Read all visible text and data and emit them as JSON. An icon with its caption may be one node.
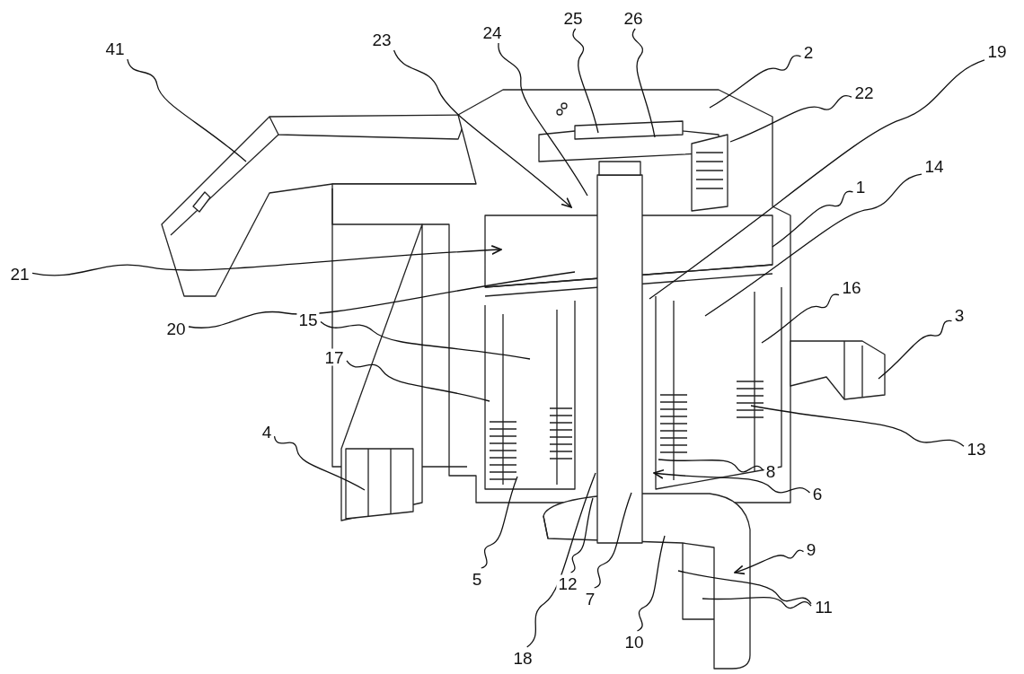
{
  "diagram": {
    "nodes": [
      {
        "text": [
          "25"
        ]
      },
      {
        "text": [
          "26"
        ]
      },
      {
        "text": [
          "24"
        ]
      },
      {
        "text": [
          "23"
        ]
      },
      {
        "text": [
          "41"
        ]
      },
      {
        "text": [
          "2"
        ]
      },
      {
        "text": [
          "19"
        ]
      },
      {
        "text": [
          "22"
        ]
      },
      {
        "text": [
          "14"
        ]
      },
      {
        "text": [
          "1"
        ]
      },
      {
        "text": [
          "21"
        ]
      },
      {
        "text": [
          "20"
        ]
      },
      {
        "text": [
          "16"
        ]
      },
      {
        "text": [
          "15"
        ]
      },
      {
        "text": [
          "3"
        ]
      },
      {
        "text": [
          "17"
        ]
      },
      {
        "text": [
          "4"
        ]
      },
      {
        "text": [
          "13"
        ]
      },
      {
        "text": [
          "8"
        ]
      },
      {
        "text": [
          "6"
        ]
      },
      {
        "text": [
          "5"
        ]
      },
      {
        "text": [
          "12"
        ]
      },
      {
        "text": [
          "7"
        ]
      },
      {
        "text": [
          "9"
        ]
      },
      {
        "text": [
          "11"
        ]
      },
      {
        "text": [
          "10"
        ]
      },
      {
        "text": [
          "18"
        ]
      }
    ],
    "edges": [
      {
        "from": 0,
        "to": null,
        "arrow": "none"
      },
      {
        "from": 1,
        "to": null,
        "arrow": "none"
      },
      {
        "from": 2,
        "to": null,
        "arrow": "none"
      },
      {
        "from": 3,
        "to": null,
        "arrow": "to"
      },
      {
        "from": 4,
        "to": null,
        "arrow": "none"
      },
      {
        "from": 5,
        "to": null,
        "arrow": "none"
      },
      {
        "from": 6,
        "to": null,
        "arrow": "none"
      },
      {
        "from": 7,
        "to": null,
        "arrow": "none"
      },
      {
        "from": 8,
        "to": null,
        "arrow": "none"
      },
      {
        "from": 9,
        "to": null,
        "arrow": "none"
      },
      {
        "from": 10,
        "to": null,
        "arrow": "to"
      },
      {
        "from": 11,
        "to": null,
        "arrow": "none"
      },
      {
        "from": 12,
        "to": null,
        "arrow": "none"
      },
      {
        "from": 13,
        "to": null,
        "arrow": "none"
      },
      {
        "from": 14,
        "to": null,
        "arrow": "none"
      },
      {
        "from": 15,
        "to": null,
        "arrow": "none"
      },
      {
        "from": 16,
        "to": null,
        "arrow": "none"
      },
      {
        "from": 17,
        "to": null,
        "arrow": "none"
      },
      {
        "from": 18,
        "to": null,
        "arrow": "none"
      },
      {
        "from": 19,
        "to": null,
        "arrow": "to"
      },
      {
        "from": 20,
        "to": null,
        "arrow": "none"
      },
      {
        "from": 21,
        "to": null,
        "arrow": "none"
      },
      {
        "from": 22,
        "to": null,
        "arrow": "none"
      },
      {
        "from": 23,
        "to": null,
        "arrow": "to"
      },
      {
        "from": 24,
        "to": null,
        "arrow": "none"
      },
      {
        "from": 25,
        "to": null,
        "arrow": "none"
      },
      {
        "from": 26,
        "to": null,
        "arrow": "none"
      },
      {
        "from": 24,
        "to": null,
        "arrow": "none"
      }
    ]
  }
}
